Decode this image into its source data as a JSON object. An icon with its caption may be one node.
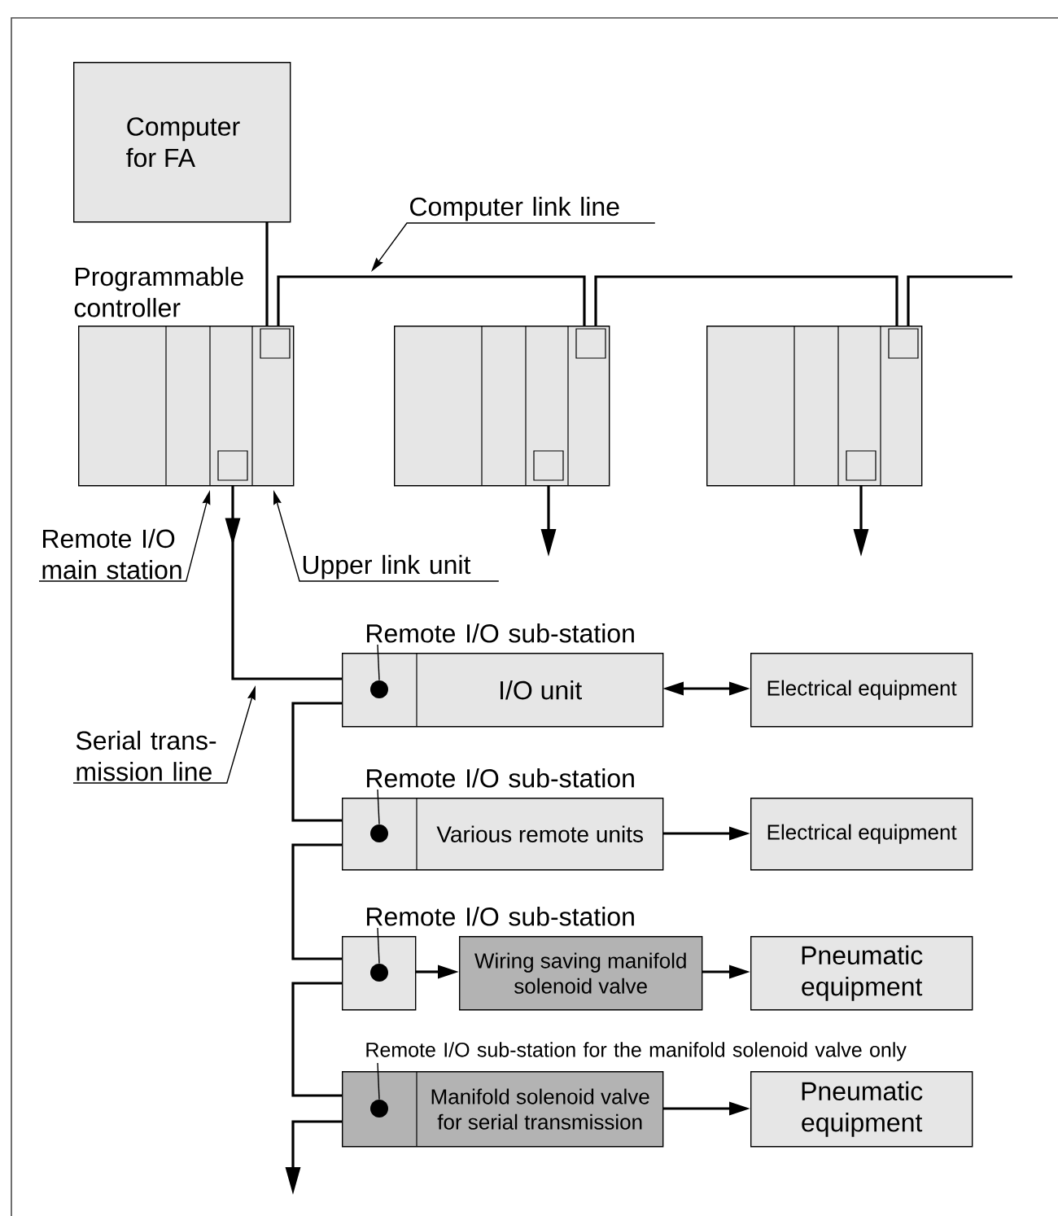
{
  "diagram": {
    "nodes": [
      {
        "text": [
          "Computer for FA"
        ]
      },
      {
        "text": [],
        "shape": "box",
        "beside": [
          "Programmable controller"
        ]
      },
      {
        "text": [],
        "shape": "box"
      },
      {
        "text": [],
        "shape": "box"
      },
      {
        "text": [
          "I/O unit"
        ]
      },
      {
        "text": [
          "Electrical equipment"
        ]
      },
      {
        "text": [
          "Various remote units"
        ]
      },
      {
        "text": [
          "Electrical equipment"
        ]
      },
      {
        "text": [],
        "shape": "box"
      },
      {
        "text": [
          "Wiring saving manifold solenoid valve"
        ]
      },
      {
        "text": [
          "Pneumatic equipment"
        ]
      },
      {
        "text": [
          "Manifold solenoid valve for serial transmission"
        ]
      },
      {
        "text": [
          "Pneumatic equipment"
        ]
      },
      {
        "text": [
          "Computer link line"
        ]
      },
      {
        "text": [
          "Remote I/O main station"
        ]
      },
      {
        "text": [
          "Upper link unit"
        ]
      },
      {
        "text": [
          "Serial trans- mission line"
        ]
      },
      {
        "text": [
          "Remote I/O sub-station"
        ]
      },
      {
        "text": [
          "Remote I/O sub-station"
        ]
      },
      {
        "text": [
          "Remote I/O sub-station"
        ]
      },
      {
        "text": [
          "Remote I/O sub-station for the manifold solenoid valve only"
        ]
      },
      {
        "text": [],
        "shape": "circle",
        "in": 4
      },
      {
        "text": [],
        "shape": "circle",
        "in": 6
      },
      {
        "text": [],
        "shape": "circle",
        "in": 8
      },
      {
        "text": [],
        "shape": "circle",
        "in": 11
      }
    ],
    "edges": [
      {
        "from": 0,
        "to": 1,
        "arrow": "none"
      },
      {
        "from": 1,
        "to": 2,
        "arrow": "none"
      },
      {
        "from": 2,
        "to": 3,
        "arrow": "none"
      },
      {
        "from": 3,
        "to": null,
        "arrow": "none"
      },
      {
        "from": 2,
        "to": null,
        "arrow": "to"
      },
      {
        "from": 3,
        "to": null,
        "arrow": "to"
      },
      {
        "from": 1,
        "to": 4,
        "arrow": "to"
      },
      {
        "from": 4,
        "to": 5,
        "arrow": "both"
      },
      {
        "from": 4,
        "to": 6,
        "arrow": "none"
      },
      {
        "from": 6,
        "to": 7,
        "arrow": "to"
      },
      {
        "from": 6,
        "to": 8,
        "arrow": "none"
      },
      {
        "from": 8,
        "to": 9,
        "arrow": "to"
      },
      {
        "from": 9,
        "to": 10,
        "arrow": "to"
      },
      {
        "from": 8,
        "to": 11,
        "arrow": "none"
      },
      {
        "from": 11,
        "to": 12,
        "arrow": "to"
      },
      {
        "from": 11,
        "to": null,
        "arrow": "to"
      },
      {
        "from": 13,
        "to": null,
        "arrow": "to"
      },
      {
        "from": 14,
        "to": 1,
        "arrow": "to"
      },
      {
        "from": 15,
        "to": 1,
        "arrow": "to"
      },
      {
        "from": 16,
        "to": null,
        "arrow": "to"
      },
      {
        "from": 17,
        "to": 21,
        "arrow": "none"
      },
      {
        "from": 18,
        "to": 22,
        "arrow": "none"
      },
      {
        "from": 19,
        "to": 23,
        "arrow": "none"
      },
      {
        "from": 20,
        "to": 24,
        "arrow": "none"
      }
    ]
  }
}
